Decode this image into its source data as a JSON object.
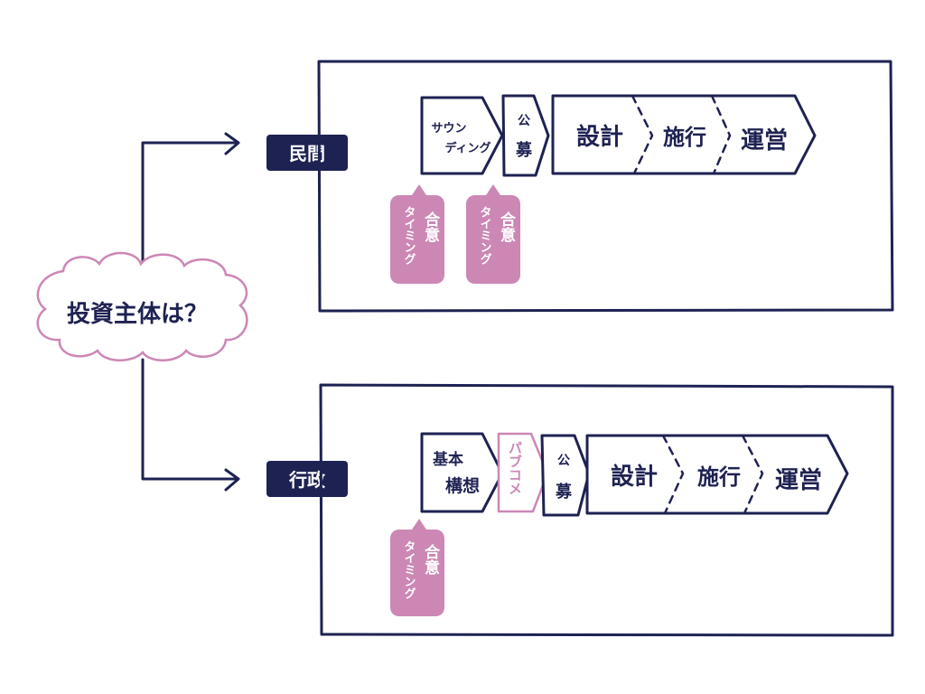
{
  "question": "投資主体は？",
  "branches": [
    {
      "tag": "民間",
      "steps": [
        {
          "lines": [
            "サウン",
            "ディング"
          ]
        },
        {
          "lines": [
            "公",
            "募"
          ]
        },
        {
          "lines": [
            "設計"
          ]
        },
        {
          "lines": [
            "施行"
          ]
        },
        {
          "lines": [
            "運営"
          ]
        }
      ],
      "bubbles": [
        {
          "col1": "合意",
          "col2": "タイミング"
        },
        {
          "col1": "合意",
          "col2": "タイミング"
        }
      ]
    },
    {
      "tag": "行政",
      "steps": [
        {
          "lines": [
            "基本",
            "構想"
          ]
        },
        {
          "lines": [
            "パブコメ"
          ]
        },
        {
          "lines": [
            "公",
            "募"
          ]
        },
        {
          "lines": [
            "設計"
          ]
        },
        {
          "lines": [
            "施行"
          ]
        },
        {
          "lines": [
            "運営"
          ]
        }
      ],
      "bubbles": [
        {
          "col1": "合意",
          "col2": "タイミング"
        }
      ]
    }
  ],
  "colors": {
    "ink": "#1e2252",
    "accent": "#cc87b5",
    "background": "#ffffff"
  }
}
